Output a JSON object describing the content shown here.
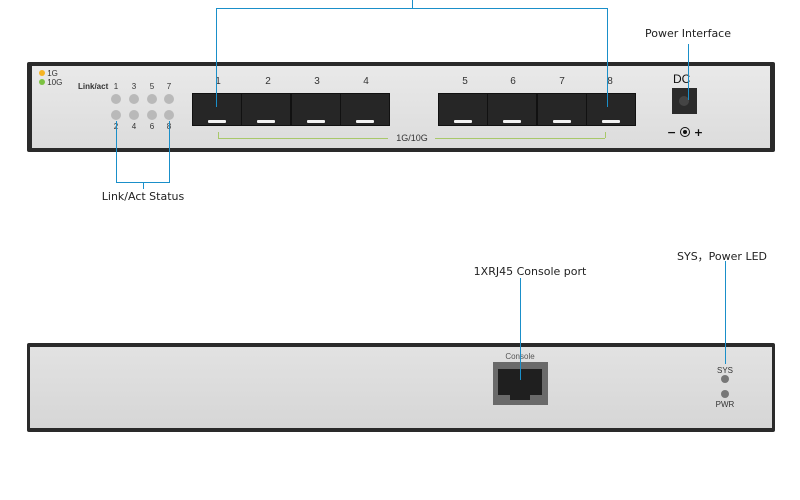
{
  "front": {
    "legend": [
      {
        "label": "1G",
        "color": "#f5b323"
      },
      {
        "label": "10G",
        "color": "#7cc242"
      }
    ],
    "link_act_label": "Link/act",
    "led_top_numbers": [
      "1",
      "3",
      "5",
      "7"
    ],
    "led_bottom_numbers": [
      "2",
      "4",
      "6",
      "8"
    ],
    "port_numbers": [
      "1",
      "2",
      "3",
      "4",
      "5",
      "6",
      "7",
      "8"
    ],
    "speed_label": "1G/10G",
    "dc_label": "DC",
    "polarity": {
      "minus": "−",
      "plus": "+"
    }
  },
  "rear": {
    "console_label": "Console",
    "sys_label": "SYS",
    "pwr_label": "PWR"
  },
  "callouts": {
    "power_interface": "Power Interface",
    "link_act_status": "Link/Act Status",
    "console_port": "1XRJ45 Console port",
    "sys_power_led": "SYS，Power LED"
  },
  "colors": {
    "callout_line": "#1a8fc9",
    "panel_border": "#2a2a2a",
    "speed_line": "#a8c86a"
  }
}
